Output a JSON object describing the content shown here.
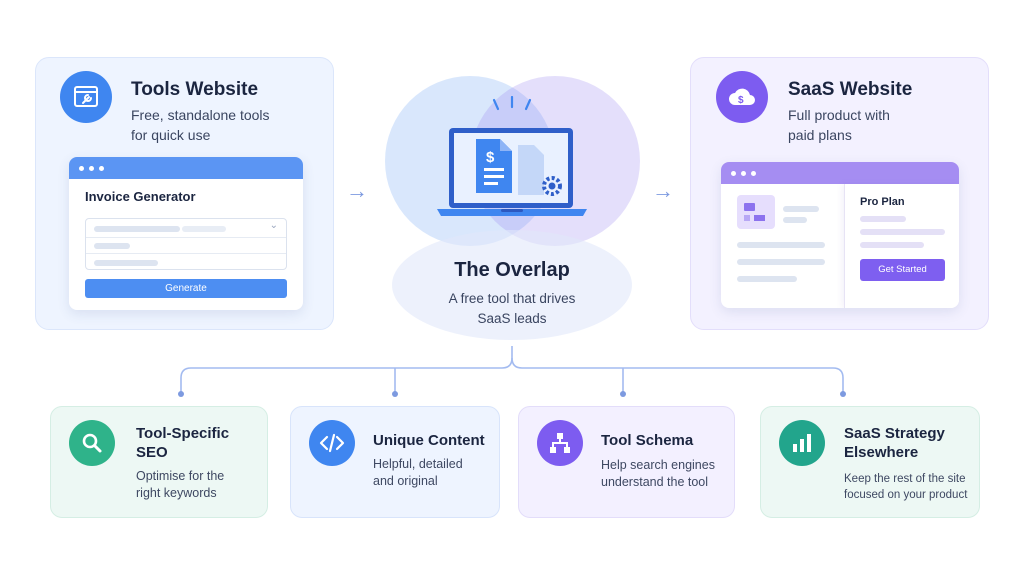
{
  "tools": {
    "title": "Tools Website",
    "subtitle": "Free, standalone tools\nfor quick use",
    "icon": "wrench-window-icon",
    "mock_title": "Invoice Generator",
    "generate_label": "Generate"
  },
  "saas": {
    "title": "SaaS Website",
    "subtitle": "Full product with\npaid plans",
    "icon": "cloud-dollar-icon",
    "plan_title": "Pro Plan",
    "cta_label": "Get Started"
  },
  "overlap": {
    "title": "The Overlap",
    "subtitle": "A free tool that drives\nSaaS leads",
    "icon": "laptop-document-icon"
  },
  "cards": [
    {
      "title": "Tool-Specific\nSEO",
      "desc": "Optimise for the\nright keywords",
      "icon": "magnifier-icon",
      "color": "#2fb38a"
    },
    {
      "title": "Unique Content",
      "desc": "Helpful, detailed\nand original",
      "icon": "code-icon",
      "color": "#3f86f0"
    },
    {
      "title": "Tool Schema",
      "desc": "Help search engines\nunderstand the tool",
      "icon": "hierarchy-icon",
      "color": "#7d5cf0"
    },
    {
      "title": "SaaS Strategy\nElsewhere",
      "desc": "Keep the rest of the site\nfocused on your product",
      "icon": "bar-chart-icon",
      "color": "#22a58c"
    }
  ],
  "colors": {
    "tools_accent": "#3f86f0",
    "saas_accent": "#7d5cf0"
  }
}
